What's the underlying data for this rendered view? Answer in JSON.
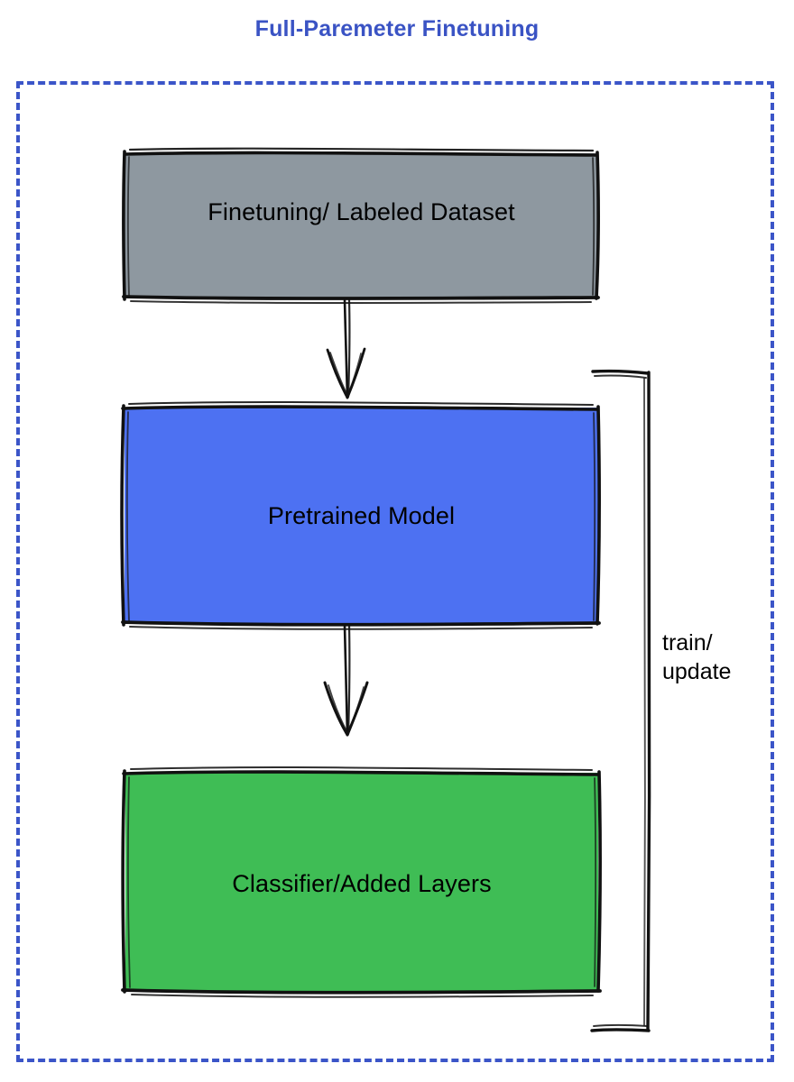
{
  "title": "Full-Paremeter Finetuning",
  "colors": {
    "title_blue": "#3a53c4",
    "frame_dashed_blue": "#3b55c8",
    "dataset_gray": "#8e98a0",
    "pretrained_blue": "#4d71f2",
    "classifier_green": "#3fbd55",
    "stroke_black": "#111111",
    "text_black": "#000000",
    "background": "#ffffff"
  },
  "diagram": {
    "style": "hand-drawn sketch flowchart",
    "orientation": "top-to-bottom",
    "nodes": [
      {
        "id": "dataset",
        "label": "Finetuning/ Labeled Dataset",
        "fill": "#8e98a0"
      },
      {
        "id": "pretrained",
        "label": "Pretrained Model",
        "fill": "#4d71f2"
      },
      {
        "id": "classifier",
        "label": "Classifier/Added Layers",
        "fill": "#3fbd55"
      }
    ],
    "edges": [
      {
        "id": "edge-dataset-to-pretrained",
        "from": "dataset",
        "to": "pretrained",
        "label": "",
        "arrow": "down"
      },
      {
        "id": "edge-pretrained-to-classifier",
        "from": "pretrained",
        "to": "classifier",
        "label": "",
        "arrow": "down"
      },
      {
        "id": "edge-feedback-loop",
        "from": "classifier",
        "to": "pretrained",
        "label": "train/\nupdate",
        "arrow": "bracket"
      }
    ],
    "loop_caption": {
      "line1": "train/",
      "line2": "update"
    }
  }
}
